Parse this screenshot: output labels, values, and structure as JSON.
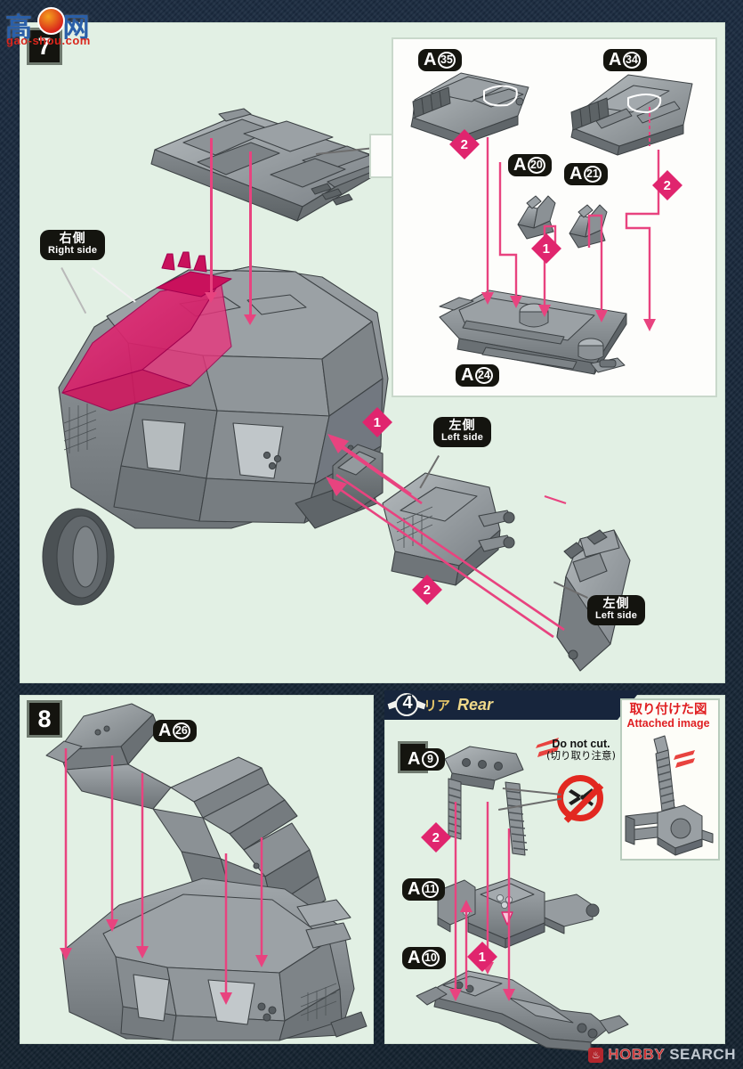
{
  "page": {
    "background_color": "#17263a",
    "panel_color": "#e2f0e4",
    "accent_pink": "#e0256e",
    "accent_gold": "#e8c86a",
    "warning_red": "#e01f22"
  },
  "watermark_top": {
    "cjk": "高 网",
    "url": "gao-shou.com"
  },
  "watermark_bottom": {
    "brand_first": "HOBBY",
    "brand_second": "SEARCH",
    "mark": "flame-icon"
  },
  "step7": {
    "number": "7",
    "labels": [
      {
        "jp": "右側",
        "en": "Right side"
      },
      {
        "jp": "左側",
        "en": "Left side"
      },
      {
        "jp": "左側",
        "en": "Left side"
      }
    ],
    "quantities": [
      "1",
      "2"
    ],
    "inset": {
      "parts": [
        {
          "letter": "A",
          "number": "35"
        },
        {
          "letter": "A",
          "number": "34"
        },
        {
          "letter": "A",
          "number": "20"
        },
        {
          "letter": "A",
          "number": "21"
        },
        {
          "letter": "A",
          "number": "24"
        }
      ],
      "quantities": [
        "2",
        "2",
        "1"
      ]
    }
  },
  "step8": {
    "number": "8",
    "parts": [
      {
        "letter": "A",
        "number": "26"
      }
    ]
  },
  "section4": {
    "number": "4",
    "jp": "リア",
    "en": "Rear",
    "substep": "1",
    "parts": [
      {
        "letter": "A",
        "number": "9"
      },
      {
        "letter": "A",
        "number": "11"
      },
      {
        "letter": "A",
        "number": "10"
      }
    ],
    "quantities": [
      "2",
      "1"
    ],
    "warning": {
      "line1": "Do not cut.",
      "line2": "(切り取り注意)",
      "icon": "no-cutting-icon"
    },
    "attached": {
      "jp": "取り付けた図",
      "en": "Attached image"
    }
  }
}
